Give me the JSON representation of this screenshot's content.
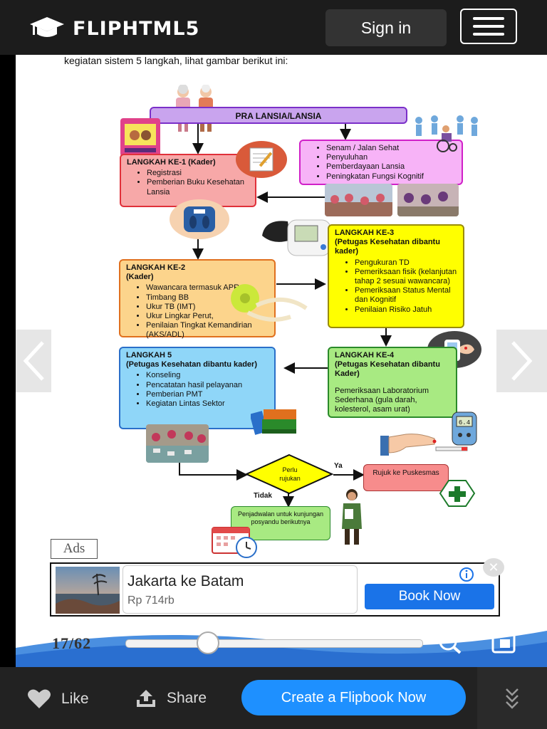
{
  "topbar": {
    "brand": "FLIPHTML5",
    "signin_label": "Sign in"
  },
  "page": {
    "intro_text": "kegiatan sistem 5 langkah, lihat gambar berikut ini:",
    "flow": {
      "top": "PRA LANSIA/LANSIA",
      "step1": {
        "title": "LANGKAH KE-1 (Kader)",
        "items": [
          "Registrasi",
          "Pemberian Buku Kesehatan Lansia"
        ]
      },
      "activities": {
        "items": [
          "Senam / Jalan Sehat",
          "Penyuluhan",
          "Pemberdayaan Lansia",
          "Peningkatan Fungsi Kognitif"
        ]
      },
      "step2": {
        "title": "LANGKAH KE-2",
        "subtitle": "(Kader)",
        "items": [
          "Wawancara termasuk APR",
          "Timbang BB",
          "Ukur TB (IMT)",
          "Ukur Lingkar Perut,",
          "Penilaian Tingkat Kemandirian (AKS/ADL)"
        ]
      },
      "step3": {
        "title": "LANGKAH KE-3",
        "subtitle": "(Petugas Kesehatan dibantu kader)",
        "items": [
          "Pengukuran TD",
          "Pemeriksaan fisik (kelanjutan tahap 2 sesuai wawancara)",
          "Pemeriksaan Status Mental dan Kognitif",
          "Penilaian Risiko Jatuh"
        ]
      },
      "step4": {
        "title": "LANGKAH KE-4",
        "subtitle": "(Petugas Kesehatan dibantu Kader)",
        "body": "Pemeriksaan Laboratorium Sederhana (gula darah, kolesterol, asam urat)"
      },
      "step5": {
        "title": "LANGKAH 5",
        "subtitle": "(Petugas Kesehatan dibantu kader)",
        "items": [
          "Konseling",
          "Pencatatan hasil pelayanan",
          "Pemberian PMT",
          "Kegiatan Lintas Sektor"
        ]
      },
      "decision": "Perlu rujukan",
      "yes_label": "Ya",
      "no_label": "Tidak",
      "referral": "Rujuk ke Puskesmas",
      "schedule": "Penjadwalan untuk kunjungan posyandu berikutnya",
      "glucose_reading": "6.4"
    }
  },
  "ad": {
    "label": "Ads",
    "title": "Jakarta ke Batam",
    "price": "Rp 714rb",
    "cta": "Book Now",
    "close_glyph": "✕"
  },
  "viewer": {
    "page_indicator": "17/62",
    "page_fraction": 0.28
  },
  "footer": {
    "like_label": "Like",
    "share_label": "Share",
    "create_label": "Create a Flipbook Now"
  },
  "colors": {
    "accent": "#1e90ff",
    "purple": "#c9a4ee",
    "pink": "#f7a8a8",
    "magenta": "#f7b3f7",
    "orange": "#fcd48c",
    "yellow": "#ffff00",
    "blue": "#8fd6f8",
    "green": "#a8ea82"
  }
}
